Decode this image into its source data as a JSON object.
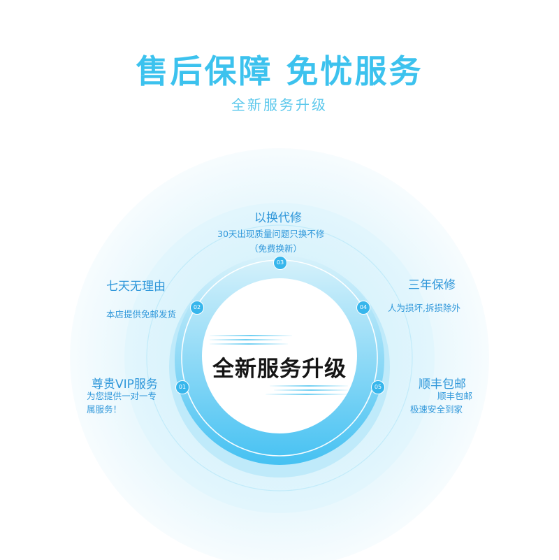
{
  "header": {
    "title": "售后保障 免忧服务",
    "subtitle": "全新服务升级"
  },
  "center": {
    "label": "全新服务升级"
  },
  "colors": {
    "primary": "#3cc2ee",
    "text_blue": "#2f97da",
    "node": "#37b6ec"
  },
  "features": [
    {
      "number": "01",
      "title": "尊贵VIP服务",
      "description": [
        "为您提供一对一专",
        "属服务！"
      ]
    },
    {
      "number": "02",
      "title": "七天无理由",
      "description": [
        "本店提供免邮发货"
      ]
    },
    {
      "number": "03",
      "title": "以换代修",
      "description": [
        "30天出现质量问题只换不修",
        "（免费换新）"
      ]
    },
    {
      "number": "04",
      "title": "三年保修",
      "description": [
        "人为损坏,拆损除外"
      ]
    },
    {
      "number": "05",
      "title": "顺丰包邮",
      "description": [
        "顺丰包邮",
        "极速安全到家"
      ]
    }
  ]
}
